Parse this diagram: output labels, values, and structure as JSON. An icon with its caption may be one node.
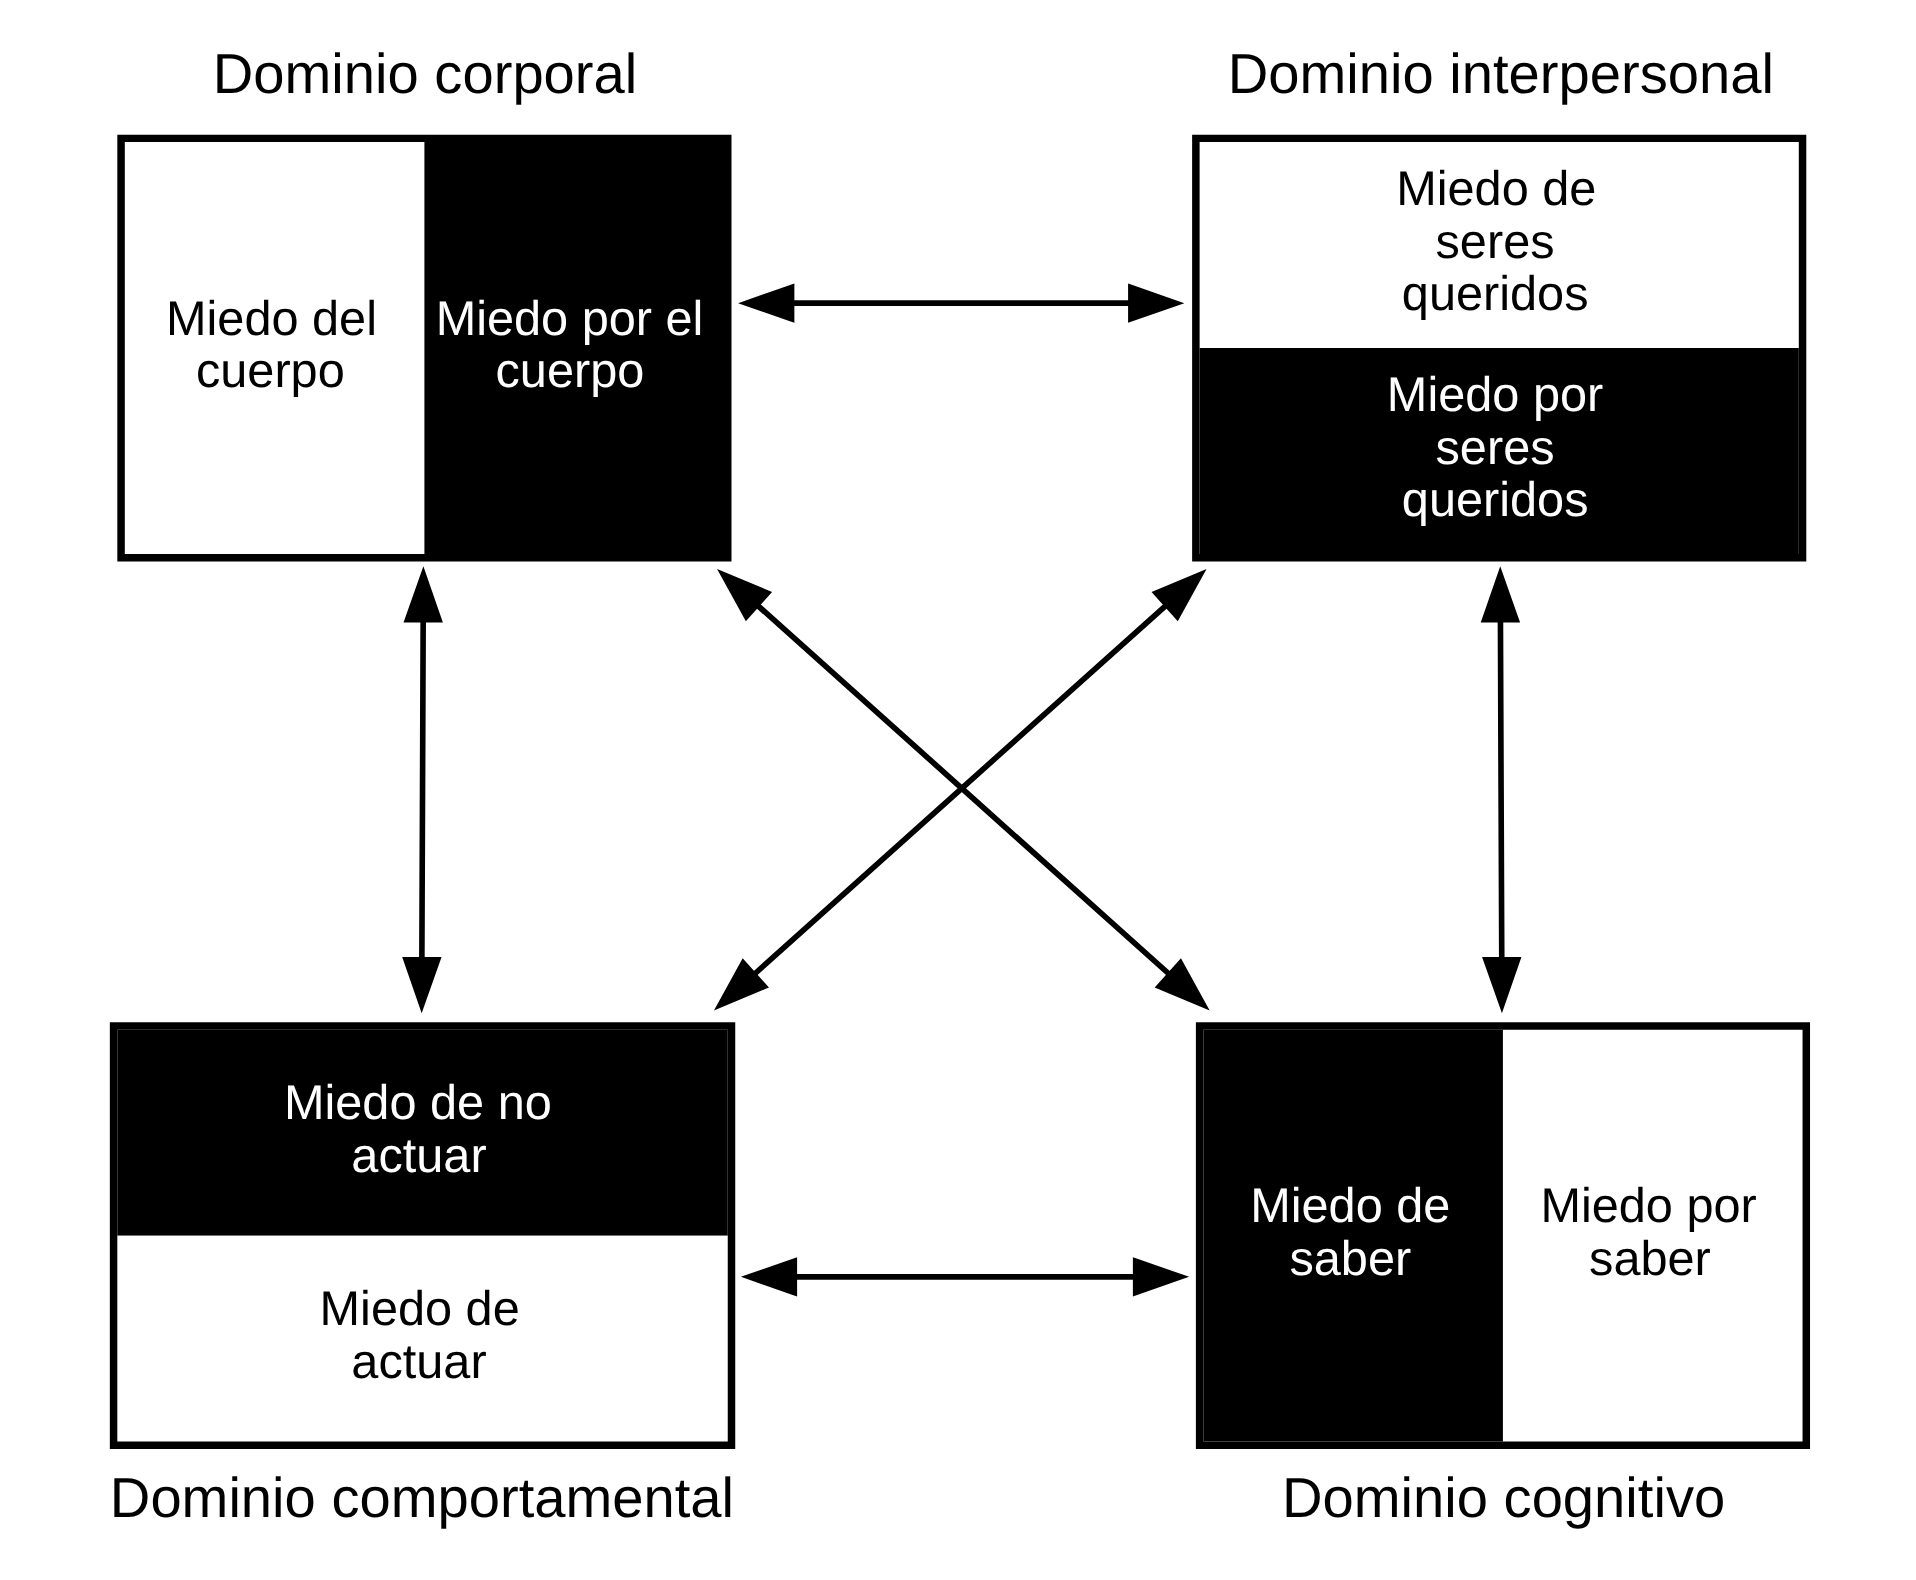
{
  "diagram": {
    "nodes": [
      {
        "text": [
          "Dominio corporal",
          "Miedo del cuerpo",
          "Miedo por el cuerpo"
        ]
      },
      {
        "text": [
          "Dominio interpersonal",
          "Miedo de seres queridos",
          "Miedo por seres queridos"
        ]
      },
      {
        "text": [
          "Miedo de no actuar",
          "Miedo de actuar",
          "Dominio comportamental"
        ]
      },
      {
        "text": [
          "Miedo de saber",
          "Miedo por saber",
          "Dominio cognitivo"
        ]
      }
    ],
    "edges": [
      {
        "from": 0,
        "to": 1,
        "arrow": "both"
      },
      {
        "from": 0,
        "to": 2,
        "arrow": "both"
      },
      {
        "from": 0,
        "to": 3,
        "arrow": "both"
      },
      {
        "from": 1,
        "to": 2,
        "arrow": "both"
      },
      {
        "from": 1,
        "to": 3,
        "arrow": "both"
      },
      {
        "from": 2,
        "to": 3,
        "arrow": "both"
      }
    ]
  }
}
